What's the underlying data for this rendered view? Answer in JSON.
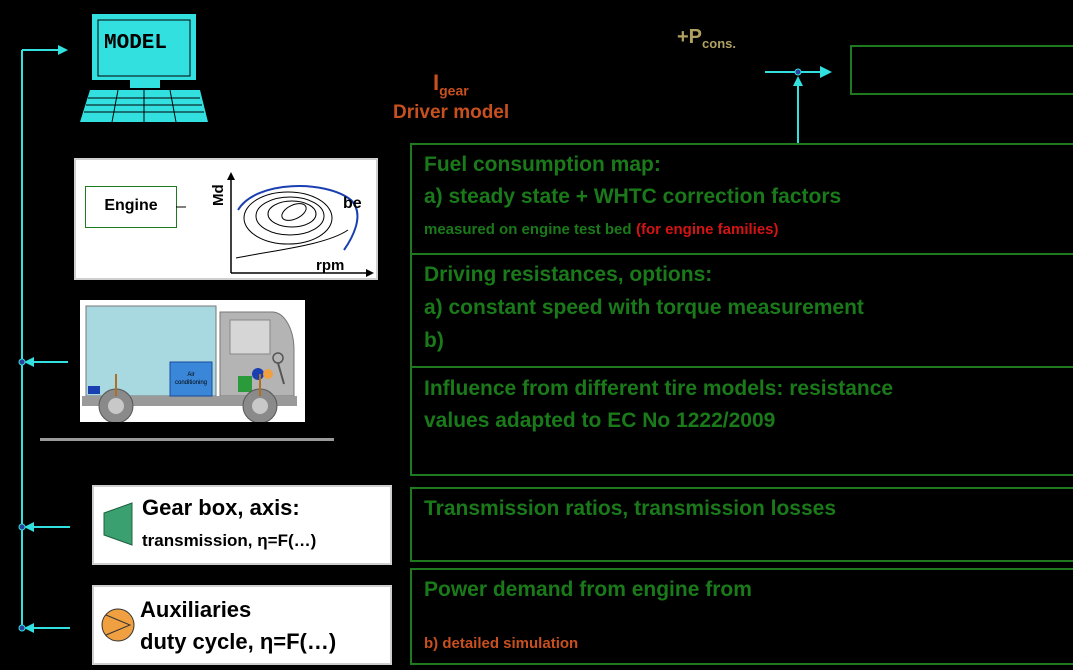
{
  "colors": {
    "background": "#000000",
    "box_border": "#1f7a1f",
    "box_text": "#1a7a1a",
    "accent_red": "#d41414",
    "accent_orange": "#c8501e",
    "connector": "#33e0e0",
    "olive": "#b0a060"
  },
  "laptop": {
    "screen_label": "MODEL"
  },
  "header": {
    "p_cons_main": "+P",
    "p_cons_sub": "cons.",
    "i_gear_main": "I",
    "i_gear_sub": "gear",
    "driver_model": "Driver model"
  },
  "engine_panel": {
    "engine_label": "Engine",
    "axis_y": "Md",
    "contour_label": "be",
    "axis_x": "rpm"
  },
  "truck_panel": {
    "ac_label_1": "Air",
    "ac_label_2": "conditioning"
  },
  "boxes": {
    "fuel": {
      "title": "Fuel consumption map:",
      "line_a": "a) steady state + WHTC correction factors",
      "measured": "measured on engine test bed",
      "families": "(for engine families)"
    },
    "driving": {
      "title": "Driving resistances, options:",
      "line_a": "a) constant speed with torque measurement",
      "line_b": "b)"
    },
    "tire": {
      "line_1": "Influence from different tire models: resistance",
      "line_2": "values adapted to EC No 1222/2009"
    },
    "transmission": {
      "line_1": "Transmission ratios, transmission losses"
    },
    "power": {
      "line_1": "Power demand from engine from",
      "line_b": "b) detailed simulation"
    }
  },
  "gearbox_panel": {
    "title": "Gear box, axis:",
    "subtitle": "transmission, η=F(…)"
  },
  "aux_panel": {
    "title": "Auxiliaries",
    "subtitle": "duty cycle, η=F(…)"
  }
}
